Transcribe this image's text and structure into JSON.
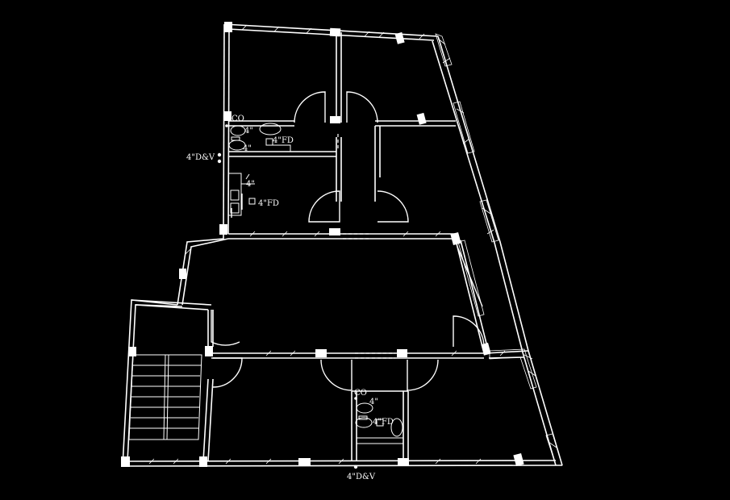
{
  "plan": {
    "annotations": {
      "co_upper": "CO",
      "pipe_upper_a": "4\"",
      "pipe_upper_b": "4\"",
      "fd_upper": "4\"FD",
      "dv_upper": "4\"D&V",
      "pipe_mid": "4\"",
      "fd_mid": "4\"FD",
      "co_lower": "CO",
      "pipe_lower": "4\"",
      "fd_lower": "4\"FD",
      "dv_lower": "4\"D&V"
    },
    "colors": {
      "background": "#000000",
      "lines": "#ffffff"
    }
  }
}
